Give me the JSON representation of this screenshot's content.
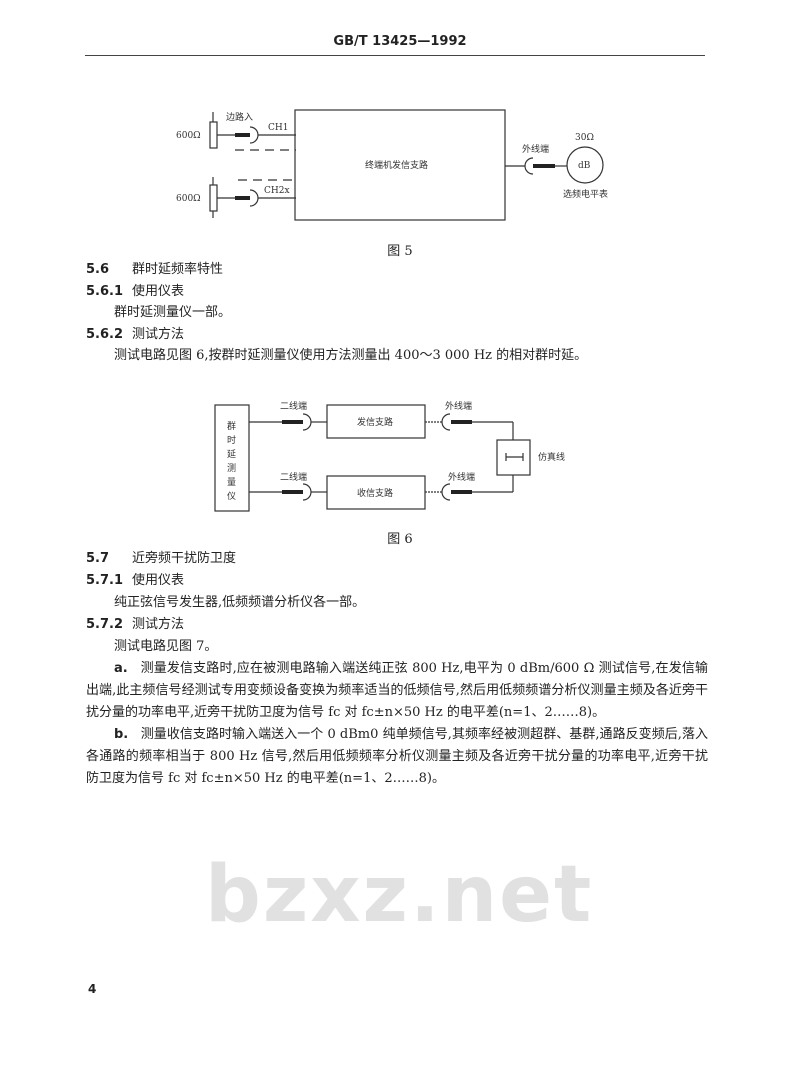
{
  "header": {
    "title": "GB/T 13425—1992"
  },
  "watermark": "bzxz.net",
  "figure5": {
    "caption": "图 5",
    "r_top": "600Ω",
    "r_bottom": "600Ω",
    "input_label": "边路入",
    "ch1": "CH1",
    "chn": "CH2x",
    "box": "终端机发信支路",
    "outer_port": "外线端",
    "meter_impedance": "30Ω",
    "meter": "dB",
    "meter_label": "选频电平表"
  },
  "sections": {
    "s56": {
      "num": "5.6",
      "title": "群时延频率特性"
    },
    "s561": {
      "num": "5.6.1",
      "title": "使用仪表",
      "body": "群时延测量仪一部。"
    },
    "s562": {
      "num": "5.6.2",
      "title": "测试方法",
      "body": "测试电路见图 6,按群时延测量仪使用方法测量出 400～3 000 Hz 的相对群时延。"
    }
  },
  "figure6": {
    "caption": "图 6",
    "instrument": [
      "群",
      "时",
      "延",
      "测",
      "量",
      "仪"
    ],
    "two_wire_top": "二线端",
    "two_wire_bottom": "二线端",
    "tx_box": "发信支路",
    "rx_box": "收信支路",
    "outer_top": "外线端",
    "outer_bottom": "外线端",
    "line_sim": "仿真线"
  },
  "sections2": {
    "s57": {
      "num": "5.7",
      "title": "近旁频干扰防卫度"
    },
    "s571": {
      "num": "5.7.1",
      "title": "使用仪表",
      "body": "纯正弦信号发生器,低频频谱分析仪各一部。"
    },
    "s572": {
      "num": "5.7.2",
      "title": "测试方法",
      "body": "测试电路见图 7。"
    },
    "a": {
      "label": "a.",
      "text": "测量发信支路时,应在被测电路输入端送纯正弦 800 Hz,电平为 0 dBm/600 Ω 测试信号,在发信输出端,此主频信号经测试专用变频设备变换为频率适当的低频信号,然后用低频频谱分析仪测量主频及各近旁干扰分量的功率电平,近旁干扰防卫度为信号 fc 对 fc±n×50 Hz 的电平差(n=1、2……8)。"
    },
    "b": {
      "label": "b.",
      "text": "测量收信支路时输入端送入一个 0 dBm0 纯单频信号,其频率经被测超群、基群,通路反变频后,落入各通路的频率相当于 800 Hz 信号,然后用低频频率分析仪测量主频及各近旁干扰分量的功率电平,近旁干扰防卫度为信号 fc 对 fc±n×50 Hz 的电平差(n=1、2……8)。"
    }
  },
  "footer": {
    "page_number": "4"
  }
}
